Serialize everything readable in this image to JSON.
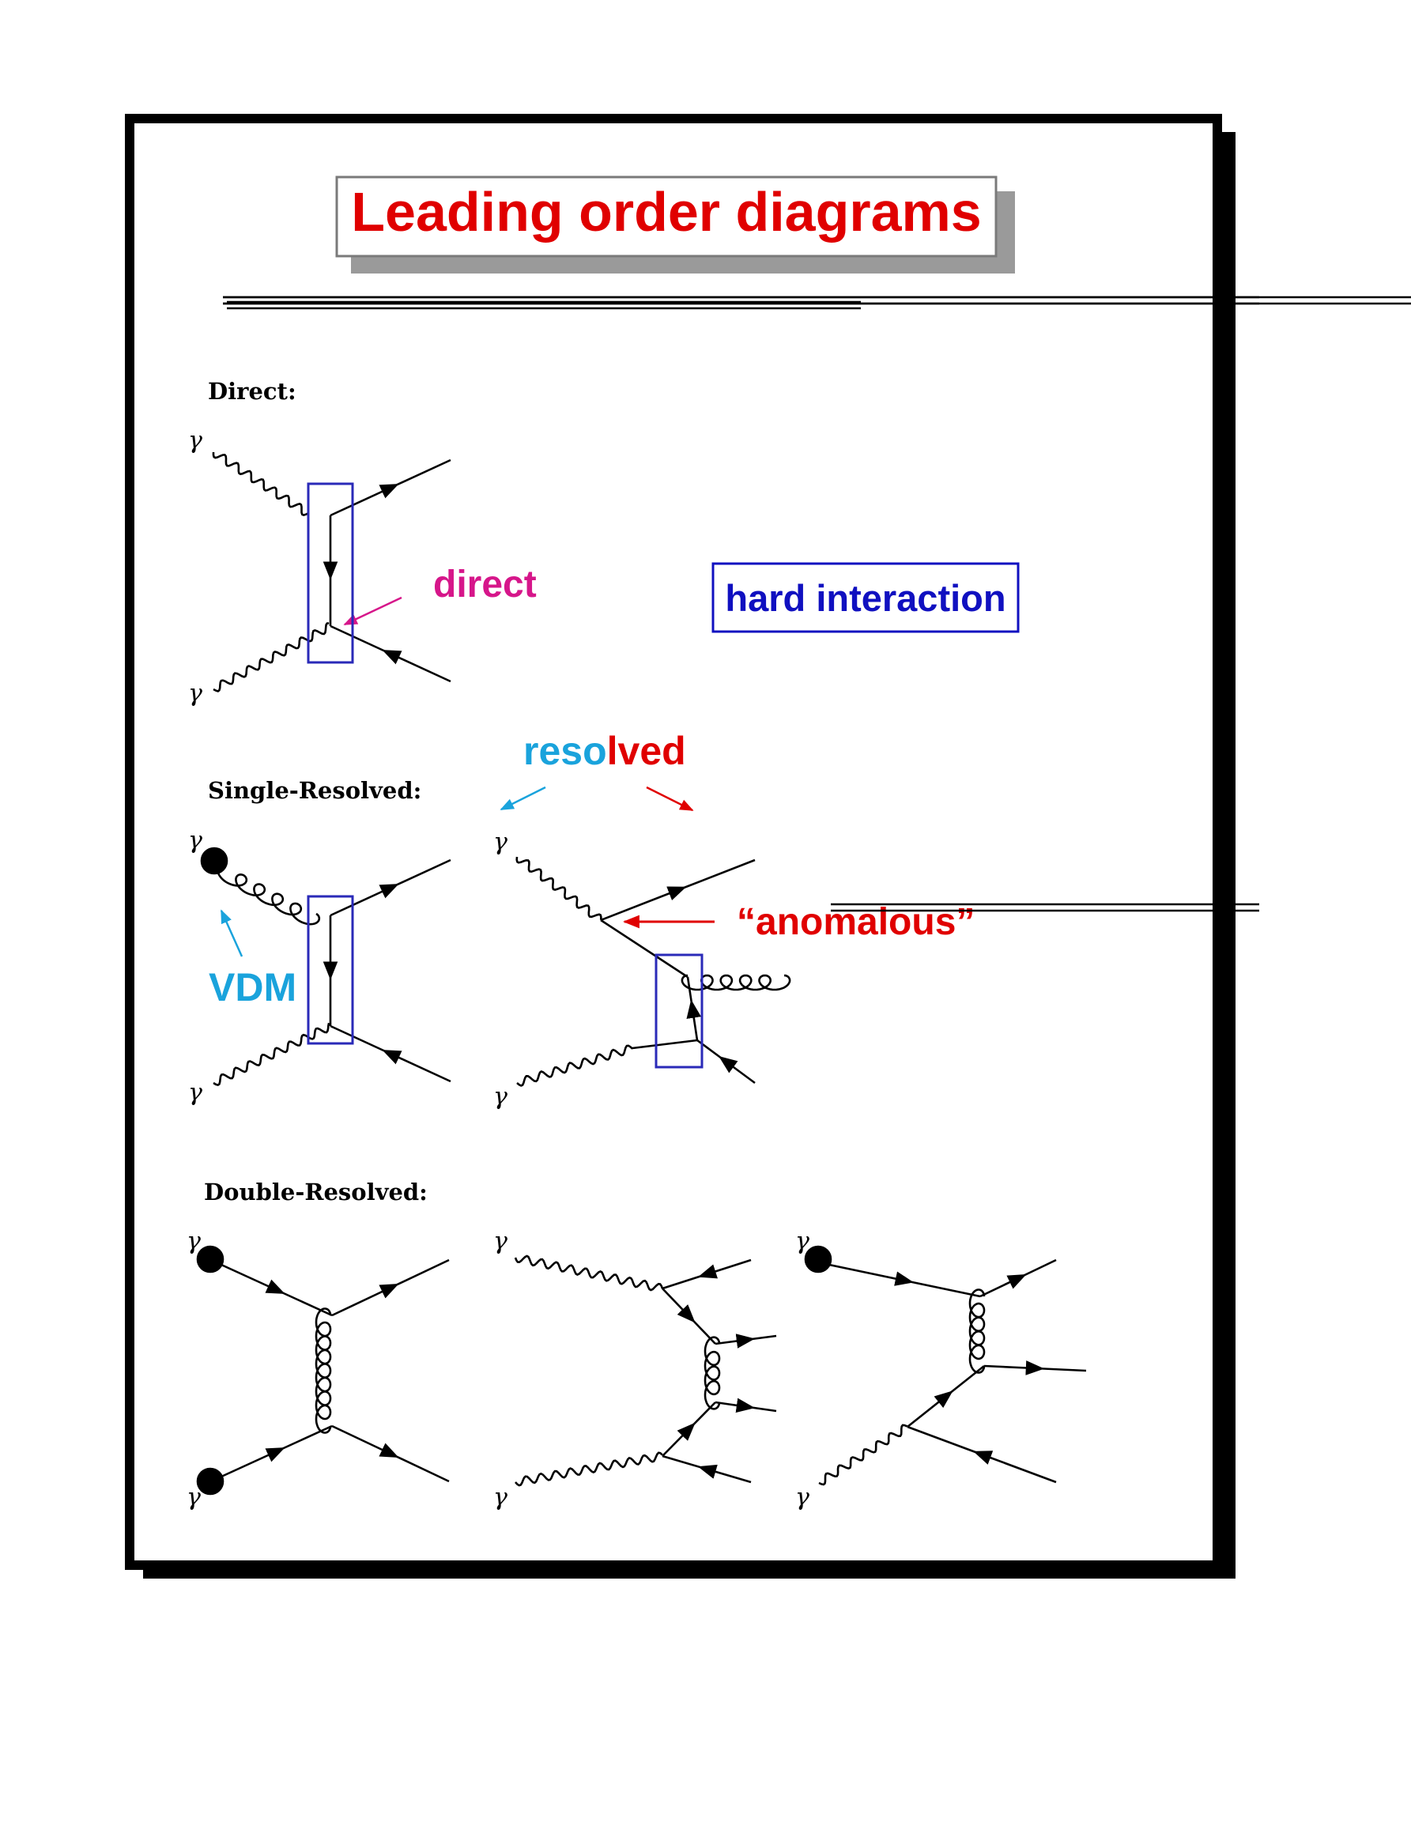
{
  "page": {
    "title": "Leading order diagrams",
    "title_color": "#e00000",
    "frame_color": "#000000",
    "shadow_color": "#9a9a9a"
  },
  "sections": {
    "direct": "Direct:",
    "single": "Single-Resolved:",
    "double": "Double-Resolved:"
  },
  "symbols": {
    "photon": "γ"
  },
  "annotations": {
    "direct": "direct",
    "hard_interaction": "hard interaction",
    "resolved_part1": "reso",
    "resolved_part2": "lved",
    "anomalous": "“anomalous”",
    "vdm": "VDM"
  },
  "colors": {
    "direct": "#d6168a",
    "hard": "#1010c0",
    "box": "#2a2ab8",
    "resolved_cyan": "#1aa3dc",
    "resolved_red": "#e00000",
    "anomalous": "#e00000",
    "vdm": "#1aa3dc",
    "ink": "#000000"
  }
}
